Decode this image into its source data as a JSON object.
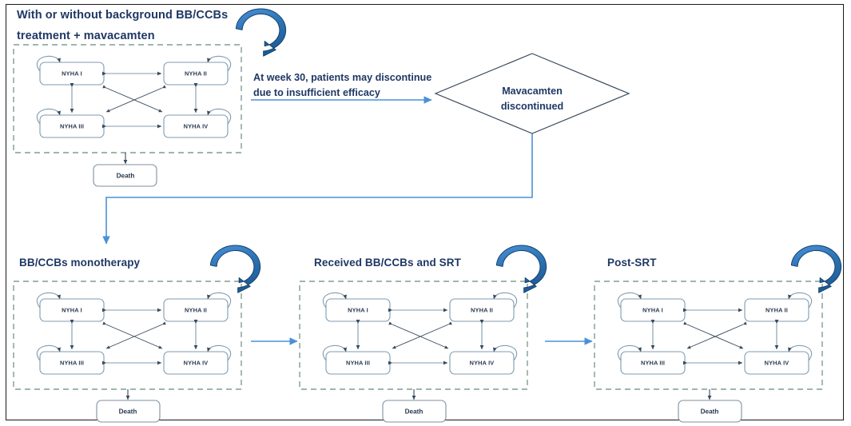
{
  "figure": {
    "title_block_1": {
      "line1": "With or without background BB/CCBs",
      "line2": "treatment + mavacamten"
    },
    "transition_note": {
      "line1": "At week 30, patients may discontinue",
      "line2": "due to insufficient efficacy"
    },
    "decision": {
      "line1": "Mavacamten",
      "line2": "discontinued"
    },
    "panels": [
      {
        "id": "mavacamten",
        "label_line1": "With or without background BB/CCBs",
        "label_line2": "treatment + mavacamten",
        "states": [
          "NYHA I",
          "NYHA II",
          "NYHA III",
          "NYHA IV"
        ],
        "absorbing_state": "Death",
        "loop_icon": "circular-arrow-icon"
      },
      {
        "id": "bbccb-monotherapy",
        "label": "BB/CCBs monotherapy",
        "states": [
          "NYHA I",
          "NYHA II",
          "NYHA III",
          "NYHA IV"
        ],
        "absorbing_state": "Death",
        "loop_icon": "circular-arrow-icon"
      },
      {
        "id": "received-bbccbs-srt",
        "label": "Received BB/CCBs and SRT",
        "states": [
          "NYHA I",
          "NYHA II",
          "NYHA III",
          "NYHA IV"
        ],
        "absorbing_state": "Death",
        "loop_icon": "circular-arrow-icon"
      },
      {
        "id": "post-srt",
        "label": "Post-SRT",
        "states": [
          "NYHA I",
          "NYHA II",
          "NYHA III",
          "NYHA IV"
        ],
        "absorbing_state": "Death",
        "loop_icon": "circular-arrow-icon"
      }
    ],
    "colors": {
      "text_navy": "#1F3864",
      "state_outline": "#7f9bb0",
      "state_label": "#27384d",
      "dashed_panel": "#7f9e92",
      "connector_blue": "#4a90d9",
      "arrow_dark": "#3a4a5c",
      "cycle_arrow_fill": "#2e75b6",
      "frame": "#1a1a1a"
    }
  }
}
